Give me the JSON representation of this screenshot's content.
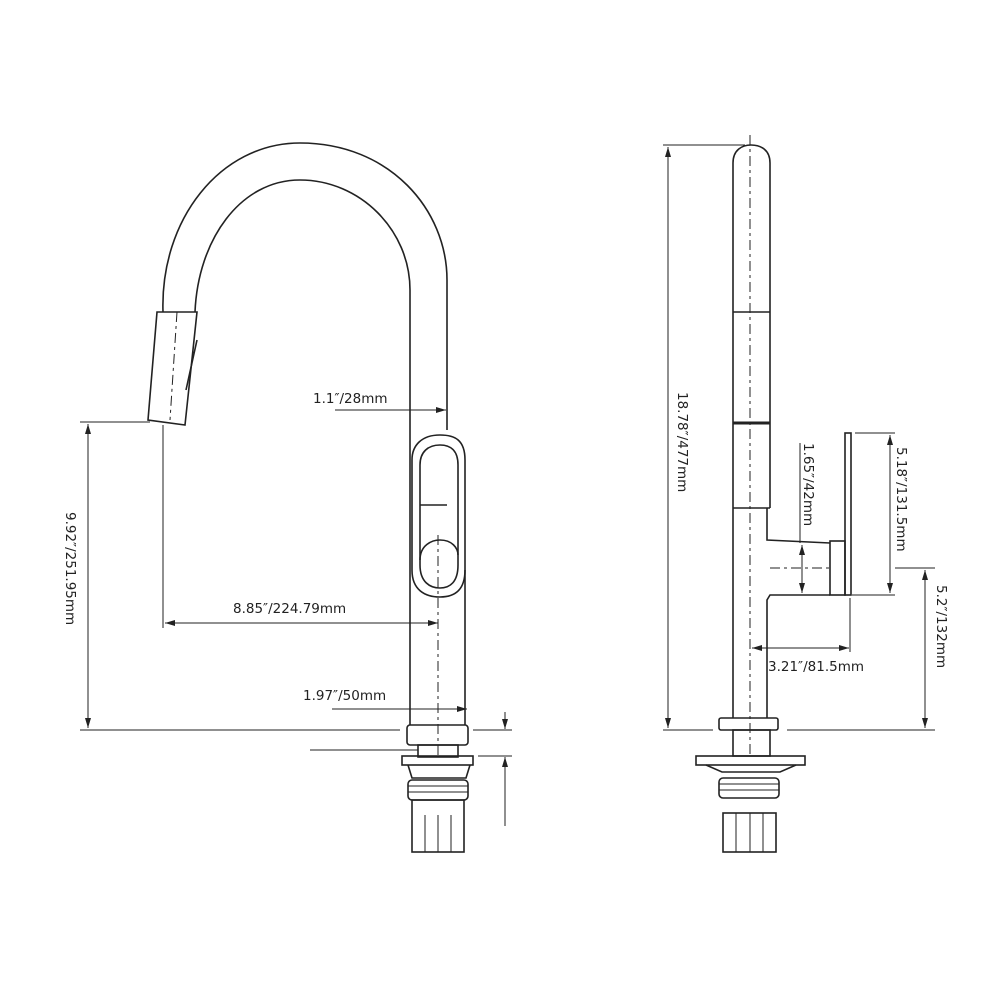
{
  "dimensions": {
    "front_spout_height": "9.92″/251.95mm",
    "front_reach": "8.85″/224.79mm",
    "front_pipe_diameter": "1.1″/28mm",
    "front_base_diameter": "1.97″/50mm",
    "side_total_height": "18.78″/477mm",
    "side_handle_diameter": "1.65″/42mm",
    "side_lever_length": "5.18″/131.5mm",
    "side_handle_height": "5.2″/132mm",
    "side_handle_reach": "3.21″/81.5mm"
  },
  "line_color": "#222222"
}
